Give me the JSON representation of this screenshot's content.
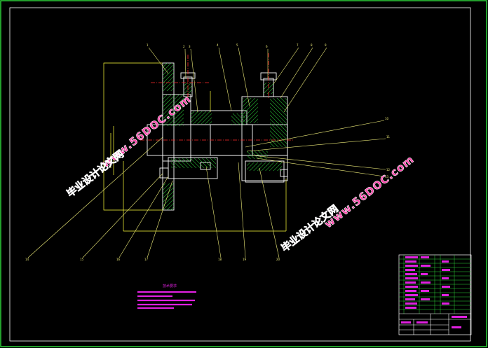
{
  "watermarks": {
    "url_text": "www.56DOC.com",
    "cn_text": "毕业设计论文网"
  },
  "part_balloons": [
    "1",
    "2",
    "3",
    "4",
    "5",
    "6",
    "7",
    "8",
    "9",
    "10",
    "11",
    "12",
    "13",
    "14",
    "15",
    "16",
    "17",
    "18",
    "19",
    "20"
  ],
  "tech_requirements": {
    "title": "技术要求"
  },
  "colors": {
    "background": "#000000",
    "frame": "#2dd43a",
    "part_outline": "#ffffff",
    "hatch": "#2dd43a",
    "dimension": "#ffff3a",
    "center_line": "#ff2a2a",
    "leader": "#f0ee7a",
    "text_magenta": "#e020e0",
    "watermark_fill": "#ff3da8",
    "watermark_stroke": "#ffffff"
  }
}
